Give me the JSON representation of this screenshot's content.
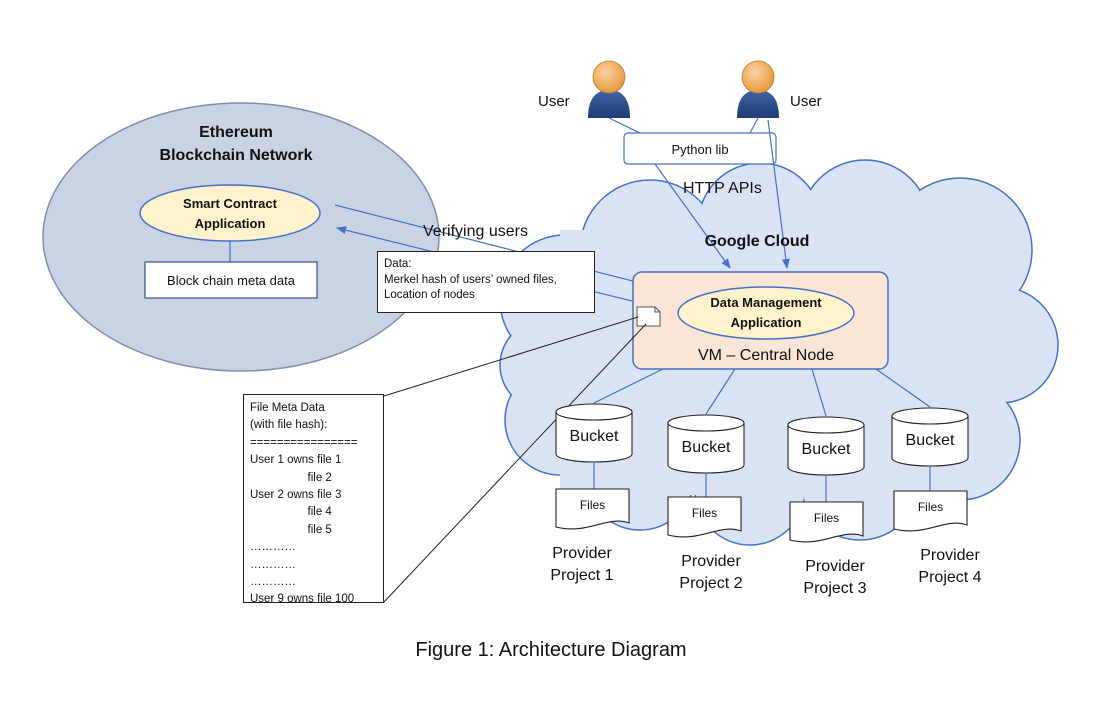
{
  "caption": "Figure 1: Architecture Diagram",
  "ethereum": {
    "title_line1": "Ethereum",
    "title_line2": "Blockchain Network",
    "smart_contract_line1": "Smart Contract",
    "smart_contract_line2": "Application",
    "meta_box": "Block chain meta data"
  },
  "users": {
    "left_label": "User",
    "right_label": "User"
  },
  "python_lib": "Python lib",
  "http_apis": "HTTP APIs",
  "verifying_users": "Verifying users",
  "google_cloud": "Google Cloud",
  "central_node": {
    "app_line1": "Data Management",
    "app_line2": "Application",
    "label": "VM – Central Node"
  },
  "data_box": {
    "lines": [
      "Data:",
      "Merkel hash of users’ owned files,",
      "Location of nodes"
    ]
  },
  "file_meta": {
    "lines": [
      "File Meta Data",
      "(with file hash):",
      "================",
      "User 1 owns file 1",
      "                  file 2",
      "User 2 owns file 3",
      "                  file 4",
      "                  file 5",
      "…………",
      "…………",
      "…………",
      "User 9 owns file 100"
    ]
  },
  "providers": [
    {
      "bucket": "Bucket",
      "files": "Files",
      "line1": "Provider",
      "line2": "Project 1"
    },
    {
      "bucket": "Bucket",
      "files": "Files",
      "line1": "Provider",
      "line2": "Project 2"
    },
    {
      "bucket": "Bucket",
      "files": "Files",
      "line1": "Provider",
      "line2": "Project 3"
    },
    {
      "bucket": "Bucket",
      "files": "Files",
      "line1": "Provider",
      "line2": "Project 4"
    }
  ],
  "colors": {
    "cloud_fill": "#dae3f3",
    "cloud_stroke": "#4472c4",
    "ellipse_fill": "#c9d3e4",
    "ellipse_stroke": "#7f8fa9",
    "app_fill": "#fff2cc",
    "vm_fill": "#fbe5d6",
    "arrow": "#4472c4",
    "user_body": "#2f528f",
    "user_head": "#f4b183"
  }
}
